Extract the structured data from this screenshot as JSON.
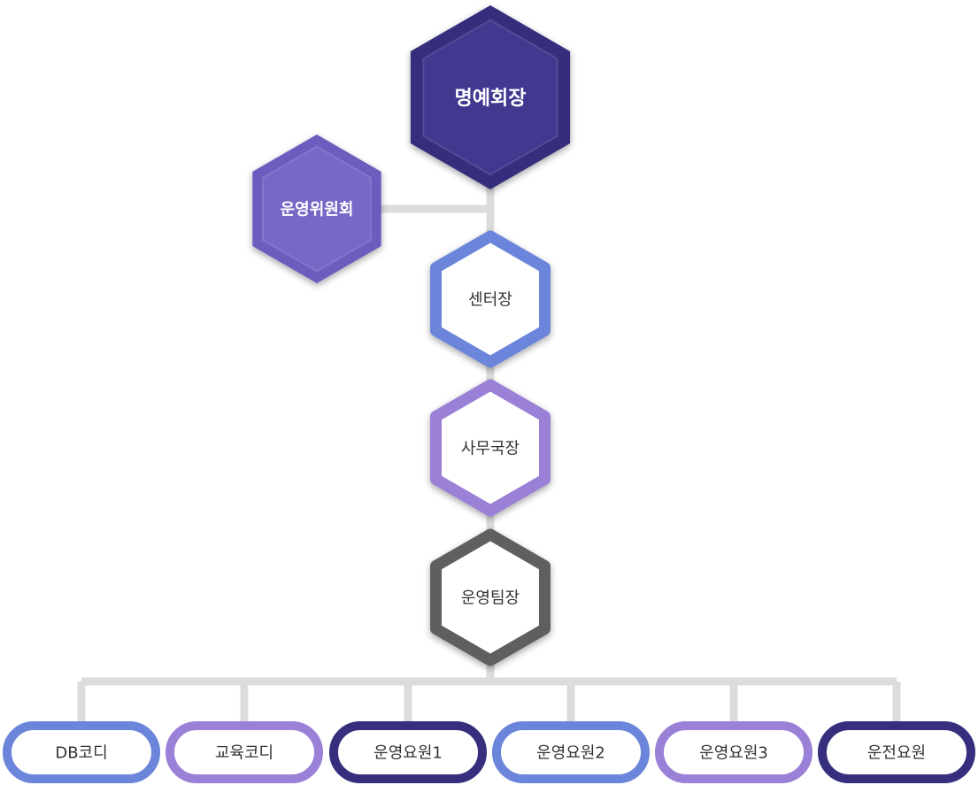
{
  "colors": {
    "connector": "#dcdcdc",
    "navy": "#352f7d",
    "navy_light": "#4a44a0",
    "purple": "#6c5bbd",
    "purple_light": "#8272d0",
    "blue": "#6a85da",
    "violet": "#9a80d6",
    "gray": "#5f5f5f",
    "text": "#333333",
    "white": "#ffffff"
  },
  "chart_data": {
    "type": "org-chart",
    "nodes": [
      {
        "id": "honorary_chair",
        "label": "명예회장",
        "style": "filled",
        "color": "navy"
      },
      {
        "id": "steering_committee",
        "label": "운영위원회",
        "style": "filled",
        "color": "purple",
        "attached_to": "honorary_chair"
      },
      {
        "id": "center_head",
        "label": "센터장",
        "style": "outline",
        "color": "blue",
        "parent": "honorary_chair"
      },
      {
        "id": "secretary_general",
        "label": "사무국장",
        "style": "outline",
        "color": "violet",
        "parent": "center_head"
      },
      {
        "id": "ops_team_lead",
        "label": "운영팀장",
        "style": "outline",
        "color": "gray",
        "parent": "secretary_general"
      }
    ],
    "staff": [
      {
        "id": "db_coordinator",
        "label": "DB코디",
        "color": "blue",
        "parent": "ops_team_lead"
      },
      {
        "id": "edu_coordinator",
        "label": "교육코디",
        "color": "violet",
        "parent": "ops_team_lead"
      },
      {
        "id": "ops_staff_1",
        "label": "운영요원1",
        "color": "navy",
        "parent": "ops_team_lead"
      },
      {
        "id": "ops_staff_2",
        "label": "운영요원2",
        "color": "blue",
        "parent": "ops_team_lead"
      },
      {
        "id": "ops_staff_3",
        "label": "운영요원3",
        "color": "violet",
        "parent": "ops_team_lead"
      },
      {
        "id": "driver",
        "label": "운전요원",
        "color": "navy",
        "parent": "ops_team_lead"
      }
    ]
  }
}
